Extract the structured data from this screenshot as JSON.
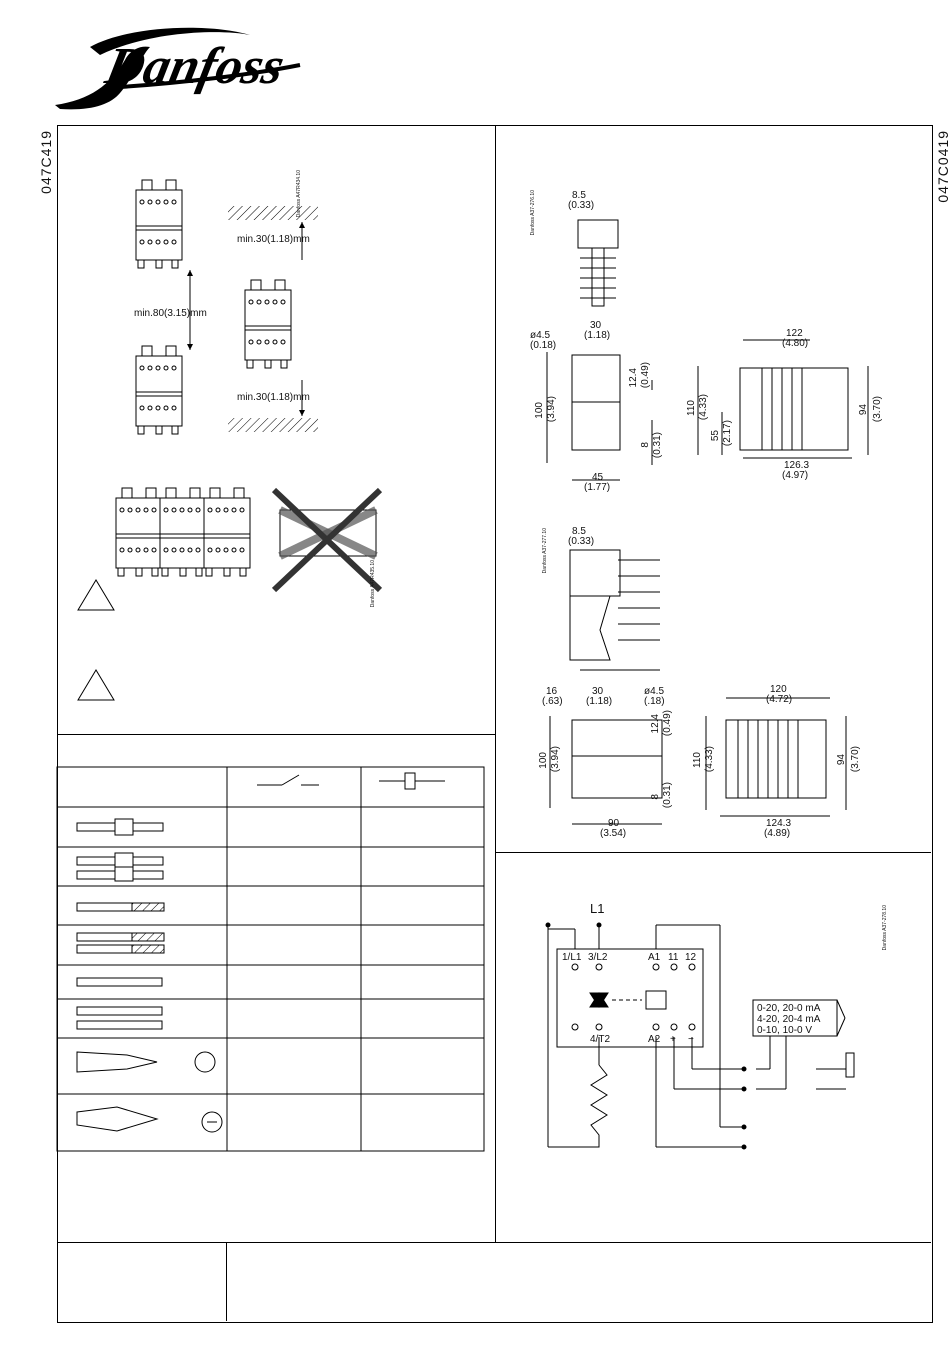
{
  "logo": {
    "text": "Danfoss"
  },
  "side_codes": {
    "left": "047C419",
    "right": "047C0419"
  },
  "mounting": {
    "drawing_id": "Danfoss A47R434.10",
    "min_side_label": "min.80(3.15)mm",
    "min_top_label": "min.30(1.18)mm",
    "min_bottom_label": "min.30(1.18)mm",
    "cross_drawing_id": "Danfoss A47R435.10"
  },
  "dimensions_small": {
    "drawing_id": "Danfoss A37-276.10",
    "d_8_5": "8.5",
    "d_8_5_in": "(0.33)",
    "d_hole": "ø4.5",
    "d_hole_in": "(0.18)",
    "d_30": "30",
    "d_30_in": "(1.18)",
    "d_12_4": "12.4",
    "d_12_4_in": "(0.49)",
    "d_100": "100",
    "d_100_in": "(3.94)",
    "d_8": "8",
    "d_8_in": "(0.31)",
    "d_45": "45",
    "d_45_in": "(1.77)",
    "d_122": "122",
    "d_122_in": "(4.80)",
    "d_110": "110",
    "d_110_in": "(4.33)",
    "d_55": "55",
    "d_55_in": "(2.17)",
    "d_94": "94",
    "d_94_in": "(3.70)",
    "d_126_3": "126.3",
    "d_126_3_in": "(4.97)"
  },
  "dimensions_large": {
    "drawing_id": "Danfoss A37-277.10",
    "d_8_5": "8.5",
    "d_8_5_in": "(0.33)",
    "d_16": "16",
    "d_16_in": "(.63)",
    "d_30": "30",
    "d_30_in": "(1.18)",
    "d_hole": "ø4.5",
    "d_hole_in": "(.18)",
    "d_12_4": "12.4",
    "d_12_4_in": "(0.49)",
    "d_100": "100",
    "d_100_in": "(3.94)",
    "d_8": "8",
    "d_8_in": "(0.31)",
    "d_90": "90",
    "d_90_in": "(3.54)",
    "d_120": "120",
    "d_120_in": "(4.72)",
    "d_110": "110",
    "d_110_in": "(4.33)",
    "d_94": "94",
    "d_94_in": "(3.70)",
    "d_124_3": "124.3",
    "d_124_3_in": "(4.89)"
  },
  "wiring": {
    "drawing_id": "Danfoss A37-278.10",
    "l1": "L1",
    "t_1l1": "1/L1",
    "t_3l2": "3/L2",
    "t_a1": "A1",
    "t_11": "11",
    "t_12": "12",
    "t_4t2": "4/T2",
    "t_a2": "A2",
    "t_plus": "+",
    "t_minus": "−",
    "sig1": "0-20, 20-0 mA",
    "sig2": "4-20, 20-4 mA",
    "sig3": "0-10, 10-0 V"
  }
}
